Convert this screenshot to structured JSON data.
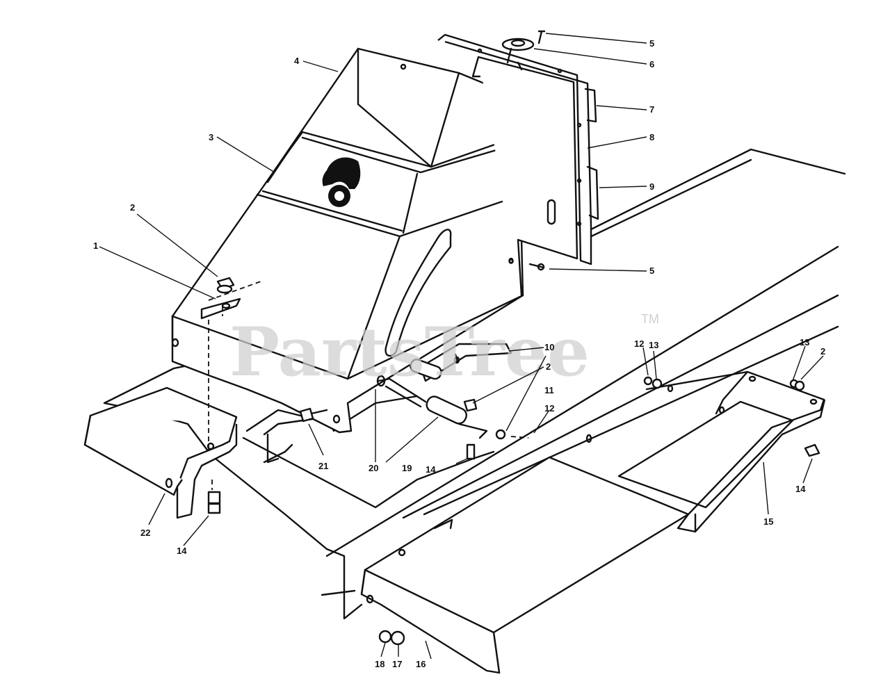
{
  "watermark": {
    "text": "PartsTree",
    "trademark": "TM"
  },
  "callouts": {
    "c1": "1",
    "c2a": "2",
    "c2b": "2",
    "c2c": "2",
    "c3": "3",
    "c4": "4",
    "c5a": "5",
    "c5b": "5",
    "c6": "6",
    "c7": "7",
    "c8": "8",
    "c9": "9",
    "c10": "10",
    "c11": "11",
    "c12a": "12",
    "c12b": "12",
    "c13a": "13",
    "c13b": "13",
    "c14a": "14",
    "c14b": "14",
    "c14c": "14",
    "c15": "15",
    "c16": "16",
    "c17": "17",
    "c18": "18",
    "c19": "19",
    "c20": "20",
    "c21": "21",
    "c22": "22"
  },
  "colors": {
    "ink": "#111111",
    "paper": "#ffffff",
    "watermark": "#cfcfcf"
  }
}
